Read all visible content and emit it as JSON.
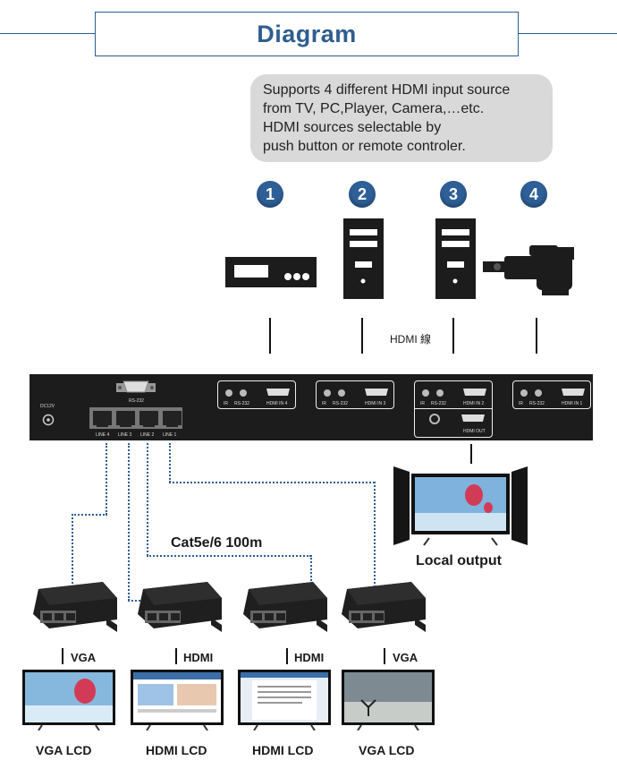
{
  "header": {
    "title": "Diagram"
  },
  "callout": {
    "lines": [
      "Supports 4 different HDMI input source",
      "from TV, PC,Player, Camera,…etc.",
      "HDMI sources selectable by",
      "push button or remote controler."
    ]
  },
  "sources": [
    {
      "number": "1",
      "icon": "dvd-player-icon"
    },
    {
      "number": "2",
      "icon": "pc-tower-icon"
    },
    {
      "number": "3",
      "icon": "pc-tower-icon"
    },
    {
      "number": "4",
      "icon": "video-camera-icon"
    }
  ],
  "hdmi_cable_label": "HDMI 線",
  "switch": {
    "power_label": "DC12V",
    "rs232_label": "RS-232",
    "line_labels": [
      "LINE 4",
      "LINE 3",
      "LINE 2",
      "LINE 1"
    ],
    "inputs": [
      {
        "ir": "IR",
        "rs232": "RS-232",
        "port": "HDMI IN 4"
      },
      {
        "ir": "IR",
        "rs232": "RS-232",
        "port": "HDMI IN 3"
      },
      {
        "ir": "IR",
        "rs232": "RS-232",
        "port": "HDMI IN 2"
      },
      {
        "ir": "IR",
        "rs232": "RS-232",
        "port": "HDMI IN 1"
      }
    ],
    "hdmi_out": "HDMI OUT"
  },
  "cable_label": "Cat5e/6 100m",
  "local_output_label": "Local output",
  "receivers": [
    {
      "signal": "VGA",
      "display": "VGA LCD"
    },
    {
      "signal": "HDMI",
      "display": "HDMI LCD"
    },
    {
      "signal": "HDMI",
      "display": "HDMI LCD"
    },
    {
      "signal": "VGA",
      "display": "VGA LCD"
    }
  ],
  "colors": {
    "accent": "#2f5d8f",
    "badge": "#2e5f96",
    "device": "#1c1c1c",
    "callout": "#d9d9d9"
  }
}
